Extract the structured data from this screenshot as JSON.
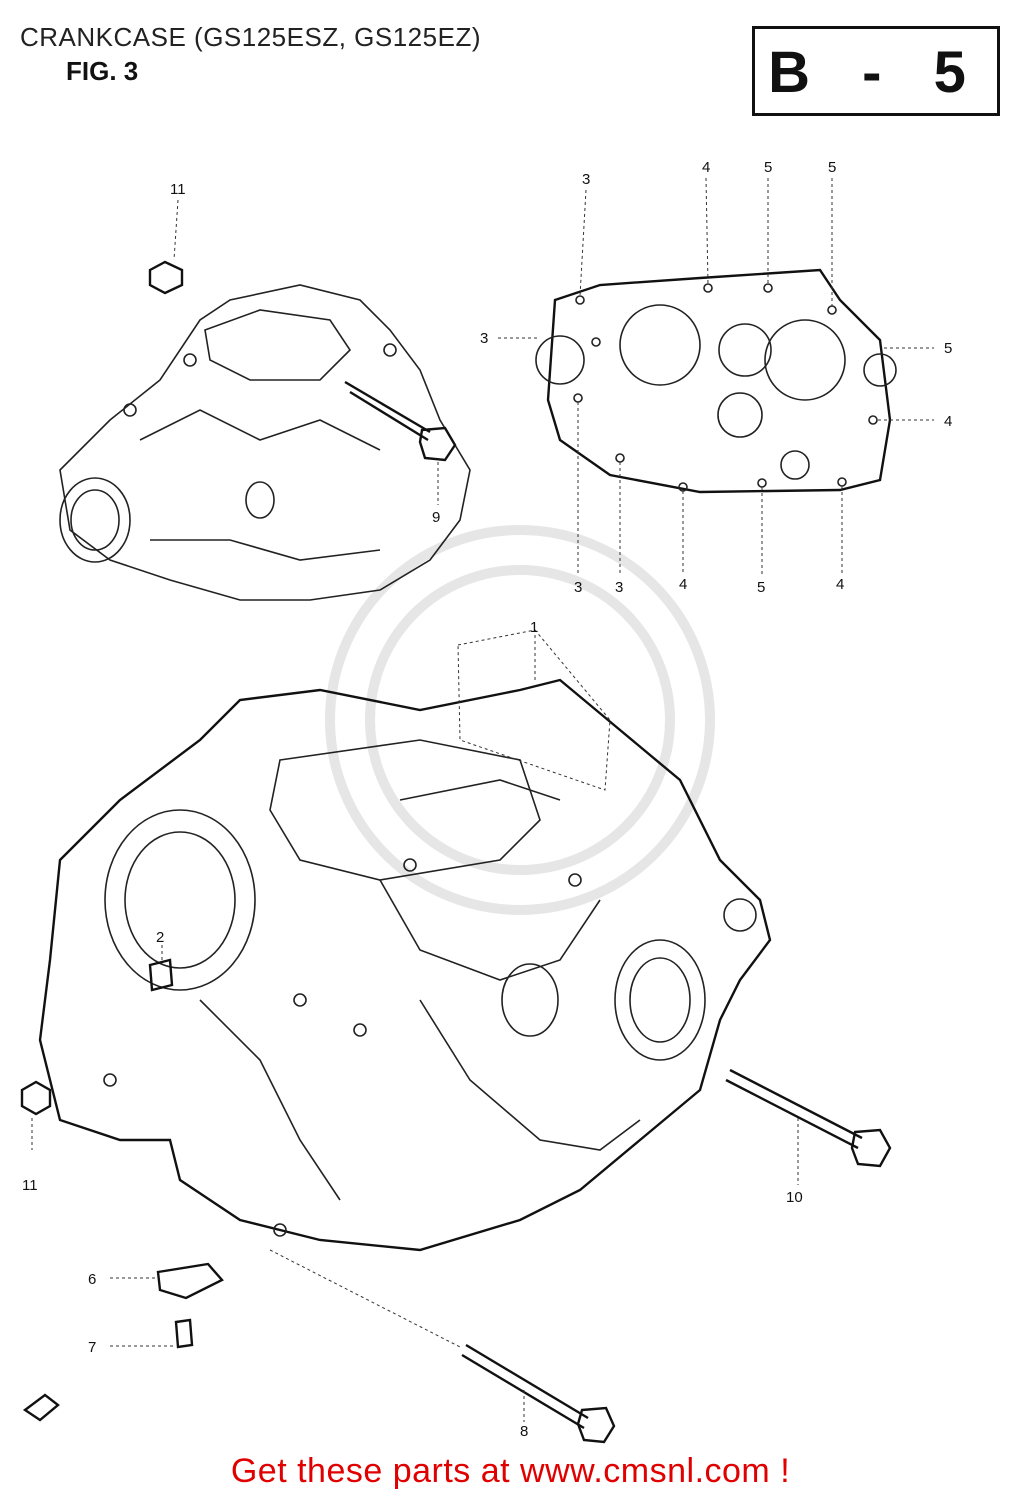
{
  "header": {
    "title": "CRANKCASE (GS125ESZ, GS125EZ)",
    "figure": "FIG. 3",
    "section_code": "B - 5"
  },
  "callouts": {
    "c1": "1",
    "c2": "2",
    "c3a": "3",
    "c3b": "3",
    "c3c": "3",
    "c3d": "3",
    "c4a": "4",
    "c4b": "4",
    "c4c": "4",
    "c4d": "4",
    "c5a": "5",
    "c5b": "5",
    "c5c": "5",
    "c5d": "5",
    "c6": "6",
    "c7": "7",
    "c8": "8",
    "c9": "9",
    "c10": "10",
    "c11a": "11",
    "c11b": "11"
  },
  "footer": {
    "text": "Get these parts at www.cmsnl.com !",
    "color": "#e00000"
  }
}
